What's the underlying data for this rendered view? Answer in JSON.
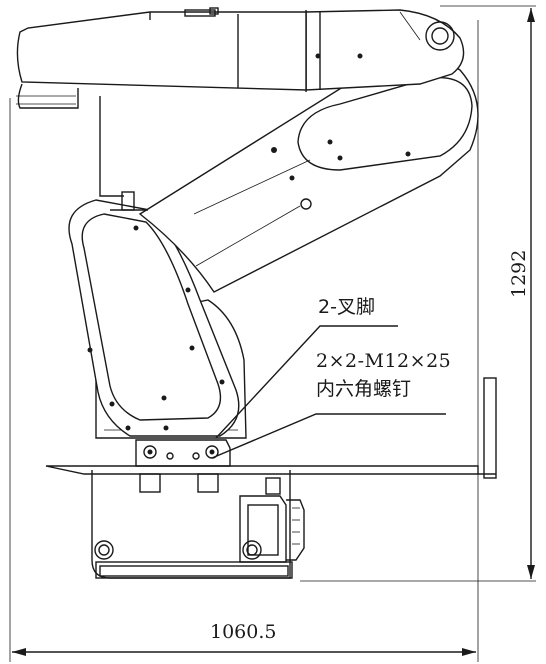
{
  "annotations": {
    "fork_label": "2-叉脚",
    "screw_spec": "2×2-M12×25",
    "screw_type": "内六角螺钉"
  },
  "dimensions": {
    "overall_width": "1060.5",
    "overall_height": "1292"
  },
  "colors": {
    "line": "#1a1a1a",
    "background": "#ffffff"
  }
}
